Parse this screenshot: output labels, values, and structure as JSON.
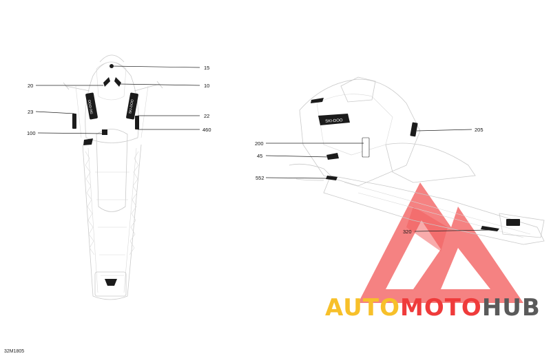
{
  "figure_code": "32M1805",
  "watermark": {
    "part1": "AUTO",
    "part2": "MOTO",
    "part3": "HUB"
  },
  "colors": {
    "part1": "#f7c02a",
    "part2": "#ef3b3b",
    "part3": "#5a5a5a",
    "logo": "#ef3b3b"
  },
  "decal_text": "SKI-DOO",
  "callouts": {
    "top_view": [
      "15",
      "20",
      "10",
      "23",
      "22",
      "100",
      "460"
    ],
    "side_view": [
      "205",
      "200",
      "45",
      "552",
      "320"
    ]
  }
}
